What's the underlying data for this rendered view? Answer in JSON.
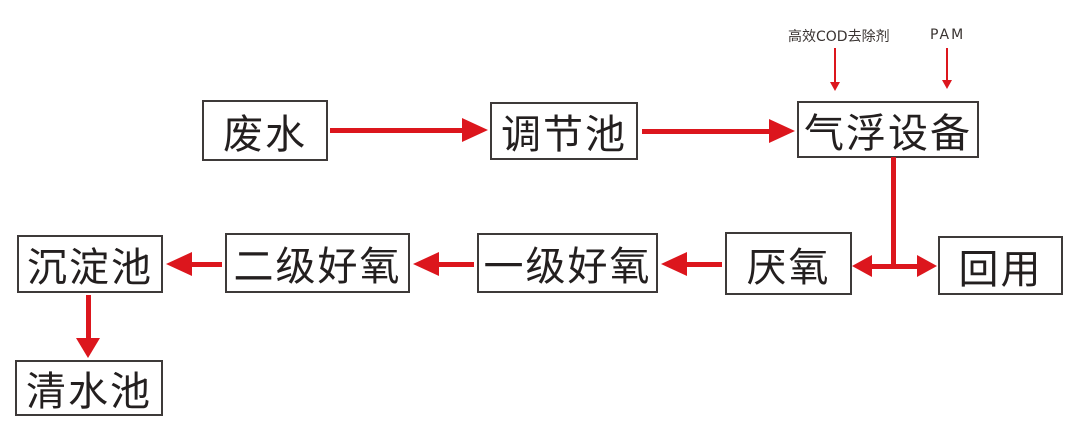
{
  "diagram": {
    "type": "flowchart",
    "subject": "wastewater-treatment-process",
    "background": "#ffffff",
    "colors": {
      "arrow": "#dc161d",
      "box_border": "#3e3a39",
      "box_text": "#231f1f",
      "annotation_text": "#3a3432"
    },
    "nodes": {
      "wastewater": {
        "label": "废水"
      },
      "regulating_tank": {
        "label": "调节池"
      },
      "air_flotation": {
        "label": "气浮设备"
      },
      "reuse": {
        "label": "回用"
      },
      "anaerobic": {
        "label": "厌氧"
      },
      "primary_aerobic": {
        "label": "一级好氧"
      },
      "secondary_aerobic": {
        "label": "二级好氧"
      },
      "sedimentation_tank": {
        "label": "沉淀池"
      },
      "clean_water_tank": {
        "label": "清水池"
      }
    },
    "annotations": {
      "cod_remover": {
        "label": "高效COD去除剂",
        "points_to": "气浮设备"
      },
      "pam": {
        "label": "PAM",
        "points_to": "气浮设备"
      }
    },
    "edges": [
      {
        "from": "废水",
        "to": "调节池"
      },
      {
        "from": "调节池",
        "to": "气浮设备"
      },
      {
        "from": "气浮设备",
        "to": "厌氧"
      },
      {
        "from": "气浮设备",
        "to": "回用"
      },
      {
        "from": "厌氧",
        "to": "一级好氧"
      },
      {
        "from": "一级好氧",
        "to": "二级好氧"
      },
      {
        "from": "二级好氧",
        "to": "沉淀池"
      },
      {
        "from": "沉淀池",
        "to": "清水池"
      },
      {
        "from": "高效COD去除剂",
        "to": "气浮设备"
      },
      {
        "from": "PAM",
        "to": "气浮设备"
      }
    ]
  }
}
